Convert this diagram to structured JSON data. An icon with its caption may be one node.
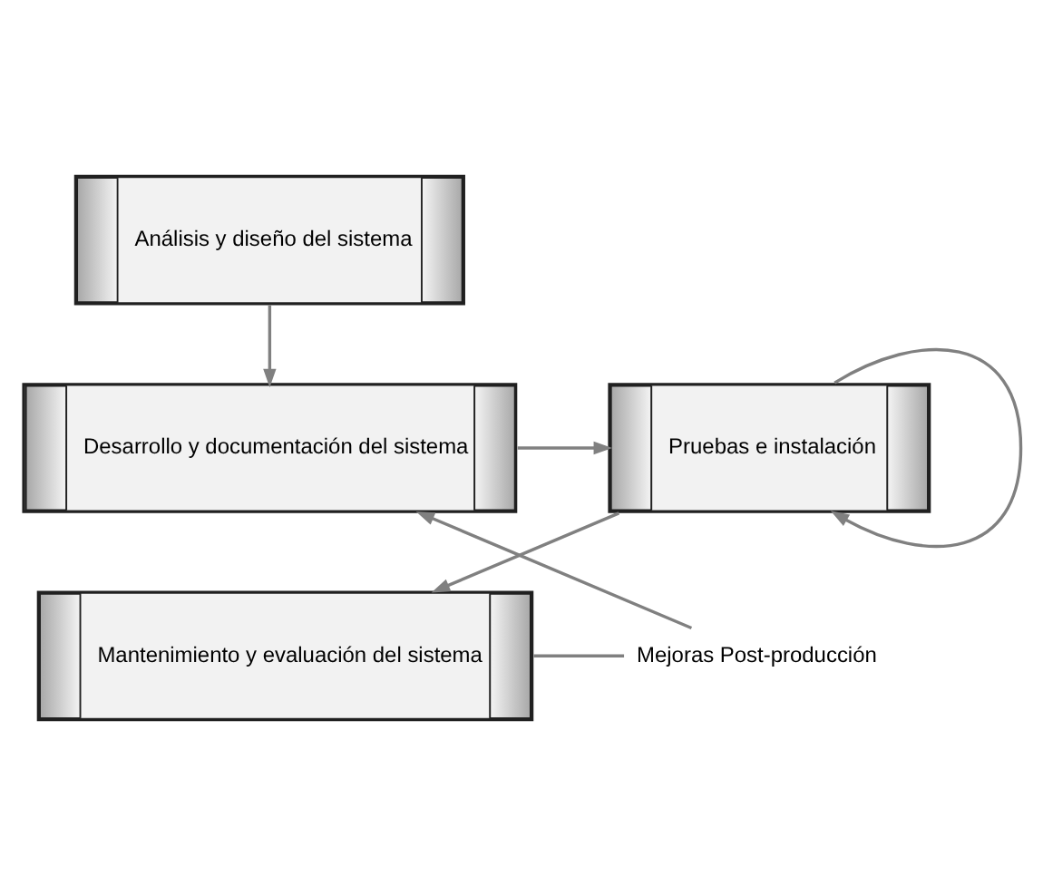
{
  "diagram": {
    "nodes": [
      {
        "text": [
          "Análisis y diseño del sistema"
        ]
      },
      {
        "text": [
          "Desarrollo y documentación del sistema"
        ]
      },
      {
        "text": [
          "Pruebas e instalación"
        ]
      },
      {
        "text": [
          "Mantenimiento y evaluación del sistema"
        ]
      },
      {
        "text": [
          "Mejoras Post-producción"
        ]
      }
    ],
    "edges": [
      {
        "from": 0,
        "to": 1,
        "arrow": "to"
      },
      {
        "from": 1,
        "to": 2,
        "arrow": "to"
      },
      {
        "from": 2,
        "to": 2,
        "arrow": "to"
      },
      {
        "from": 2,
        "to": 3,
        "arrow": "to"
      },
      {
        "from": 3,
        "to": 4,
        "arrow": "none"
      },
      {
        "from": 4,
        "to": 1,
        "arrow": "to"
      }
    ]
  }
}
